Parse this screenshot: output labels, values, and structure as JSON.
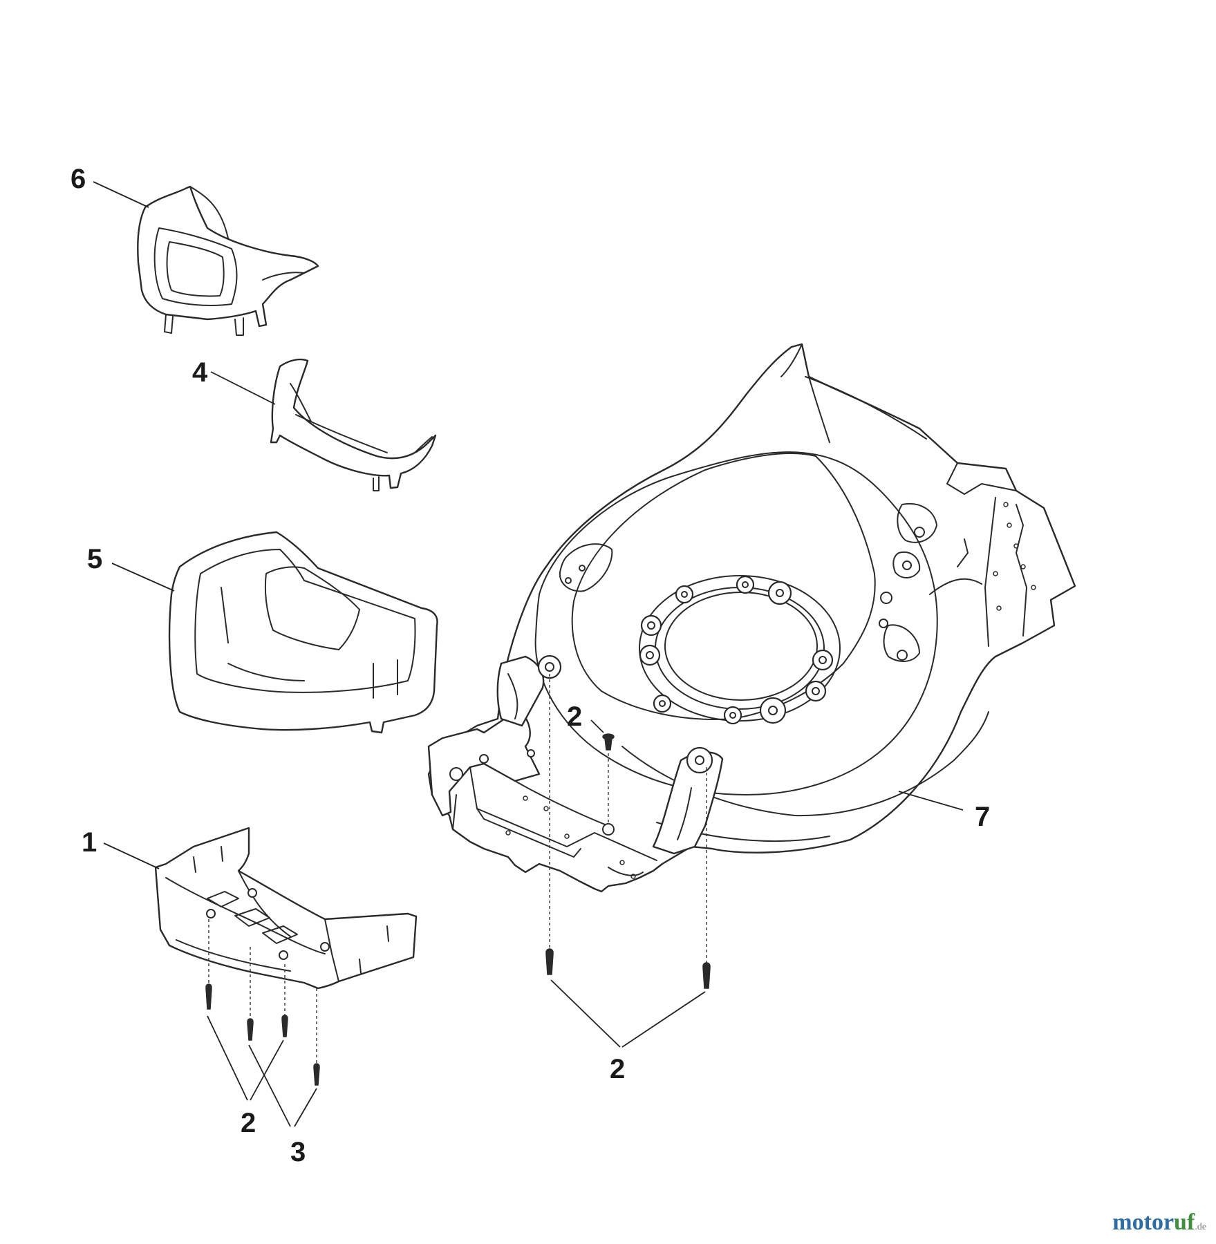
{
  "callouts": {
    "c1": "1",
    "c2_front_left": "2",
    "c3": "3",
    "c2_deck_top": "2",
    "c2_deck_bottom": "2",
    "c4": "4",
    "c5": "5",
    "c6": "6",
    "c7": "7"
  },
  "watermark": {
    "part1": "motor",
    "part2": "uf",
    "part3": ".de"
  },
  "colors": {
    "line": "#2a2a2a",
    "watermark_blue": "#2e6da4",
    "watermark_green": "#3f8f3f"
  }
}
